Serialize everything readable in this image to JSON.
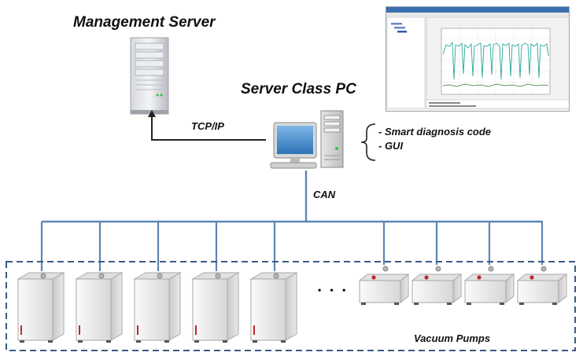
{
  "labels": {
    "management_server": "Management Server",
    "server_class_pc": "Server Class PC",
    "tcp_ip": "TCP/IP",
    "can": "CAN",
    "vacuum_pumps": "Vacuum Pumps",
    "ellipsis": "• • •"
  },
  "pc_software": [
    "- Smart diagnosis code",
    "- GUI"
  ],
  "colors": {
    "bus_line": "#5b86b4",
    "tcp_line": "#222222",
    "dashed_box": "#3a5a86",
    "pump_body": "#eeeeee",
    "pump_accent": "#c0282a",
    "chart_trace": "#2aa89a",
    "chart_trace_2": "#2e7d32"
  },
  "pumps": {
    "tall_count": 5,
    "flat_count": 4
  },
  "icons": [
    "server-tower-icon",
    "desktop-pc-icon",
    "tall-vacuum-pump-icon",
    "flat-vacuum-pump-icon",
    "monitoring-app-screenshot"
  ]
}
